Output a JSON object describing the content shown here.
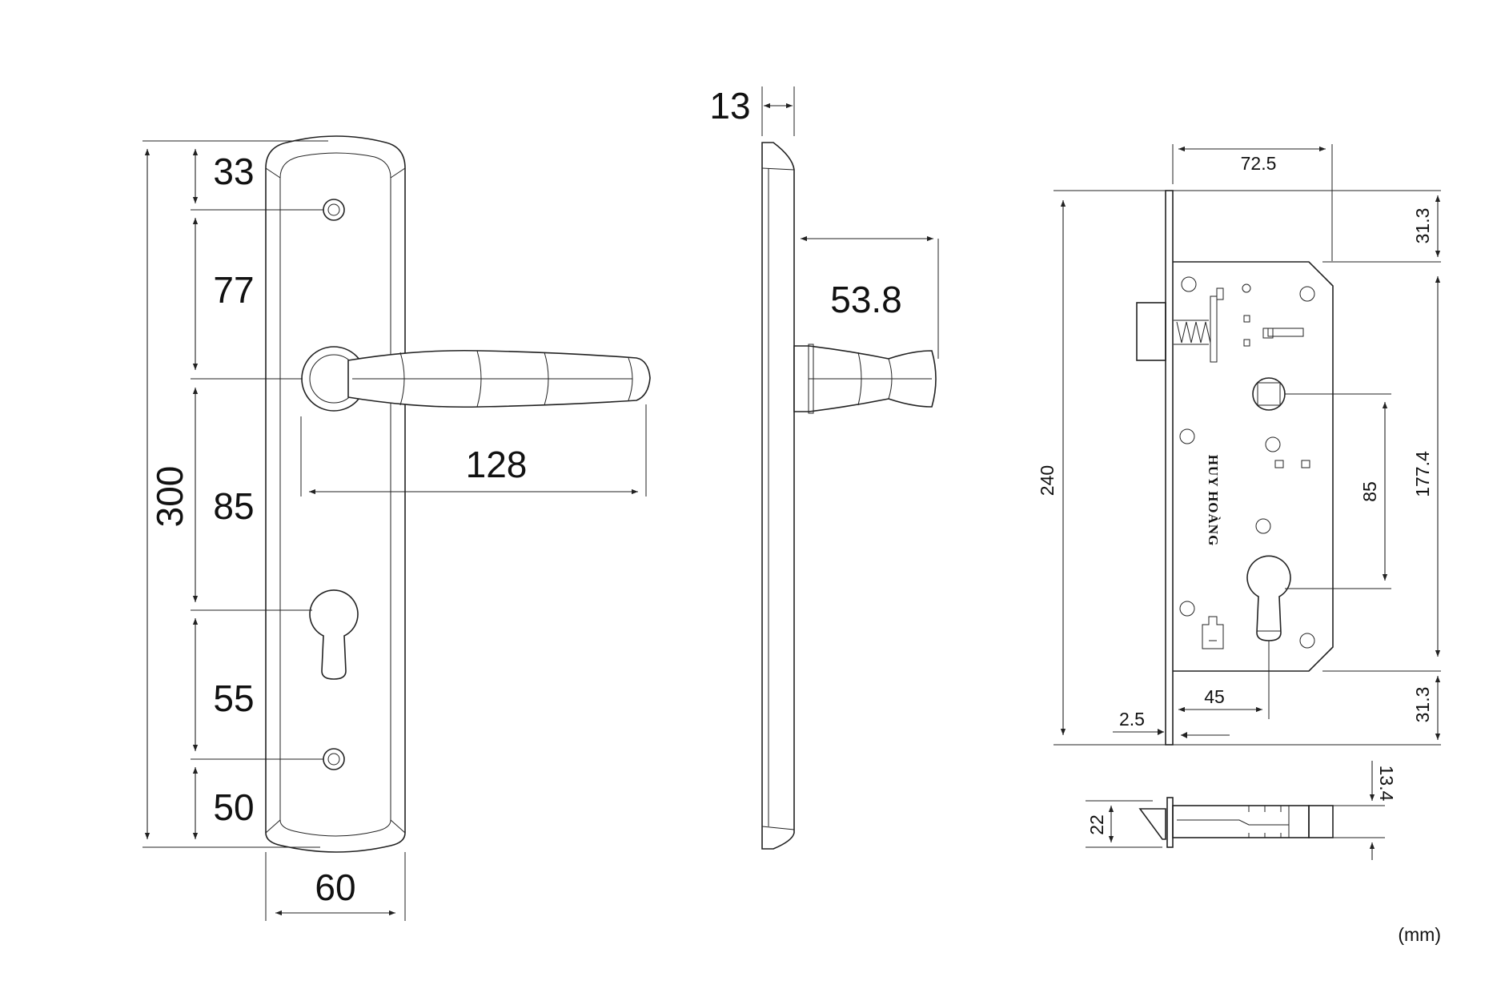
{
  "dimensions": {
    "plate_total_height": "300",
    "top_to_screw": "33",
    "screw_to_handle": "77",
    "handle_to_cylinder": "85",
    "cylinder_to_screw": "55",
    "screw_to_bottom": "50",
    "plate_width": "60",
    "lever_length": "128",
    "plate_thickness": "13",
    "lever_projection": "53.8",
    "backset": "72.5",
    "lock_top_offset": "31.3",
    "faceplate_height": "240",
    "case_height": "177.4",
    "center_distance": "85",
    "lock_bottom_offset": "31.3",
    "cylinder_backset": "45",
    "faceplate_thickness": "2.5",
    "faceplate_width": "22",
    "latch_height": "13.4"
  },
  "brand": "HUY HOÀNG",
  "unit_label": "(mm)"
}
